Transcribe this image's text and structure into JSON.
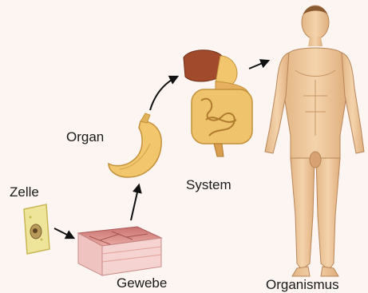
{
  "diagram": {
    "labels": {
      "cell": "Zelle",
      "tissue": "Gewebe",
      "organ": "Organ",
      "system": "System",
      "organism": "Organismus"
    },
    "colors": {
      "background": "#fcf5f2",
      "cell": "#efe59a",
      "tissue": "#e7a6a2",
      "organ": "#f1c66c",
      "liver": "#a24a2c",
      "intestine": "#eec36b",
      "skin": "#eec89f",
      "arrow": "#111111"
    },
    "icons": [
      "cell-icon",
      "tissue-icon",
      "stomach-icon",
      "digestive-system-icon",
      "human-body-icon"
    ]
  }
}
